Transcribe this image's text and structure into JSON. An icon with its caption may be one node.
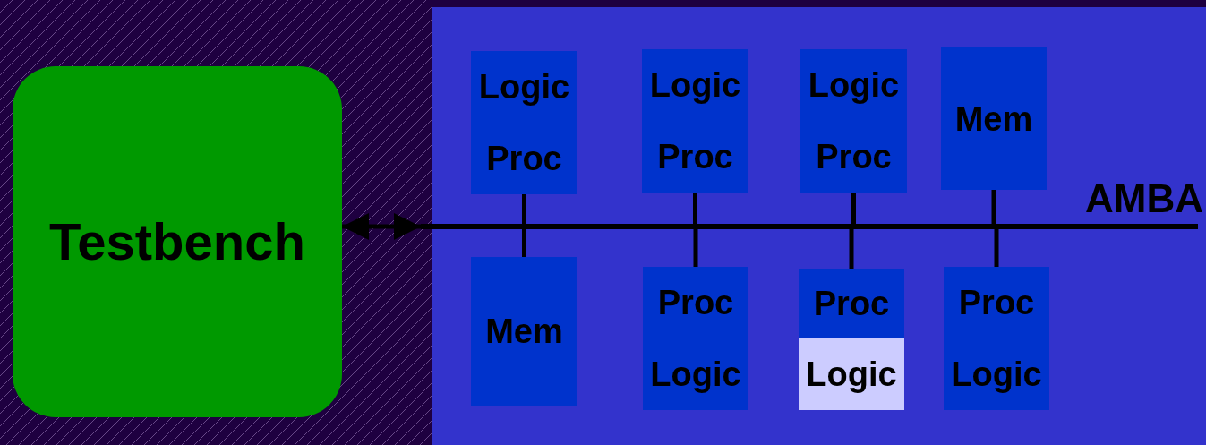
{
  "diagram": {
    "nodes": [
      {
        "text": [
          "Testbench"
        ]
      },
      {
        "text": [],
        "shape": "bar",
        "beside": [
          "AMBA"
        ]
      },
      {
        "text": [
          "Logic",
          "Proc"
        ]
      },
      {
        "text": [
          "Logic",
          "Proc"
        ]
      },
      {
        "text": [
          "Logic",
          "Proc"
        ]
      },
      {
        "text": [
          "Mem"
        ]
      },
      {
        "text": [
          "Mem"
        ]
      },
      {
        "text": [
          "Proc"
        ]
      },
      {
        "text": [
          "Logic"
        ]
      },
      {
        "text": [
          "Proc"
        ]
      },
      {
        "text": [
          "Logic"
        ]
      },
      {
        "text": [
          "Proc"
        ]
      },
      {
        "text": [
          "Logic"
        ]
      }
    ],
    "edges": [
      {
        "from": 0,
        "to": 1,
        "arrow": "both"
      },
      {
        "from": 2,
        "to": 1,
        "arrow": "none"
      },
      {
        "from": 3,
        "to": 1,
        "arrow": "none"
      },
      {
        "from": 4,
        "to": 1,
        "arrow": "none"
      },
      {
        "from": 5,
        "to": 1,
        "arrow": "none"
      },
      {
        "from": 6,
        "to": 1,
        "arrow": "none"
      },
      {
        "from": 7,
        "to": 1,
        "arrow": "none"
      },
      {
        "from": 9,
        "to": 1,
        "arrow": "none"
      },
      {
        "from": 11,
        "to": 1,
        "arrow": "none"
      }
    ]
  }
}
